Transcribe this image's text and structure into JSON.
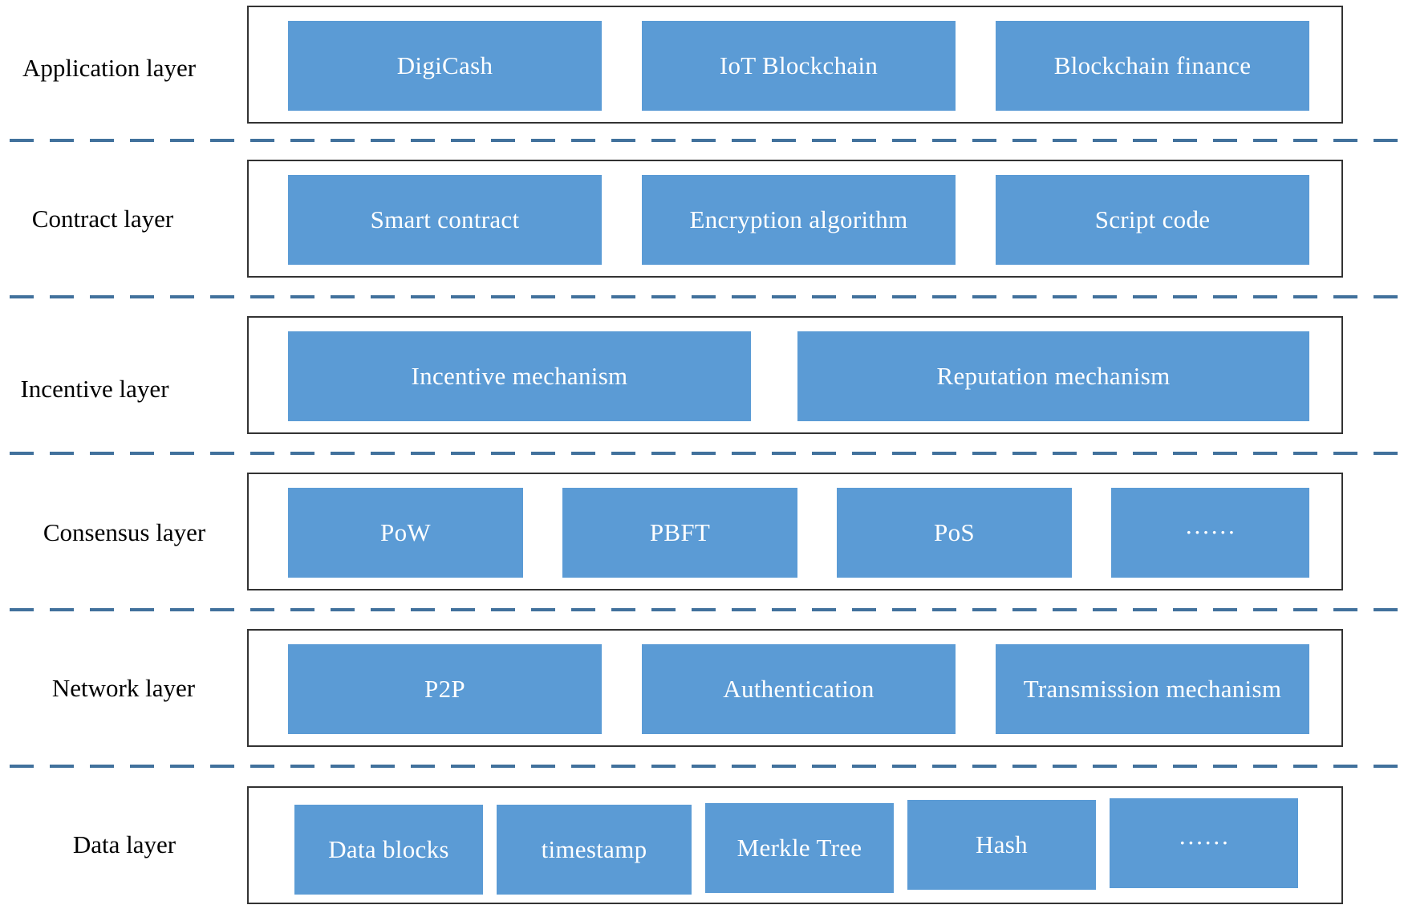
{
  "layers": [
    {
      "label": "Application layer",
      "blocks": [
        "DigiCash",
        "IoT Blockchain",
        "Blockchain finance"
      ]
    },
    {
      "label": "Contract layer",
      "blocks": [
        "Smart contract",
        "Encryption algorithm",
        "Script code"
      ]
    },
    {
      "label": "Incentive layer",
      "blocks": [
        "Incentive mechanism",
        "Reputation mechanism"
      ]
    },
    {
      "label": "Consensus layer",
      "blocks": [
        "PoW",
        "PBFT",
        "PoS",
        "······"
      ]
    },
    {
      "label": "Network layer",
      "blocks": [
        "P2P",
        "Authentication",
        "Transmission mechanism"
      ]
    },
    {
      "label": "Data layer",
      "blocks": [
        "Data blocks",
        "timestamp",
        "Merkle Tree",
        "Hash",
        "······"
      ]
    }
  ],
  "colors": {
    "block_fill": "#5b9bd5",
    "block_text": "#ffffff",
    "divider": "#41719c",
    "frame_border": "#333333"
  }
}
